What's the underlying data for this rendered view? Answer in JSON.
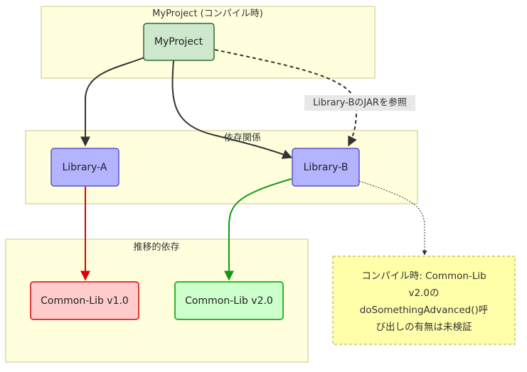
{
  "clusters": {
    "compile": "MyProject (コンパイル時)",
    "deps": "依存関係",
    "transitive": "推移的依存"
  },
  "nodes": {
    "myproject": "MyProject",
    "library_a": "Library-A",
    "library_b": "Library-B",
    "common_v1": "Common-Lib v1.0",
    "common_v2": "Common-Lib v2.0"
  },
  "edges": {
    "jar_ref_label": "Library-BのJARを参照"
  },
  "note": {
    "lines": [
      "コンパイル時: Common-Lib",
      "v2.0の",
      "doSomethingAdvanced()呼",
      "び出しの有無は未検証"
    ]
  },
  "colors": {
    "myproject_fill": "#cde8cd",
    "myproject_stroke": "#2f6b2f",
    "library_fill": "#b3b3ff",
    "library_stroke": "#5656c8",
    "common_v1_fill": "#ffcccc",
    "common_v1_stroke": "#e03a3a",
    "common_v2_fill": "#ccffcc",
    "common_v2_stroke": "#33b333",
    "red_edge": "#dd0000",
    "green_edge": "#119911",
    "note_fill": "#ffffaa",
    "note_stroke": "#aaaa33"
  }
}
